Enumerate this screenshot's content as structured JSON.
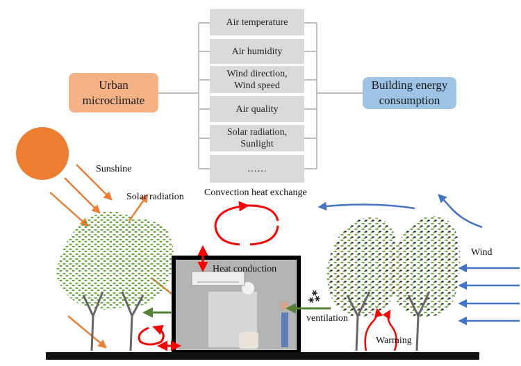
{
  "left_box": {
    "line1": "Urban",
    "line2": "microclimate",
    "color": "#f4b183"
  },
  "right_box": {
    "line1": "Building energy",
    "line2": "consumption",
    "color": "#9dc3e6"
  },
  "factors": [
    {
      "line1": "Air temperature",
      "line2": ""
    },
    {
      "line1": "Air humidity",
      "line2": ""
    },
    {
      "line1": "Wind direction,",
      "line2": "Wind speed"
    },
    {
      "line1": "Air quality",
      "line2": ""
    },
    {
      "line1": "Solar radiation,",
      "line2": "Sunlight"
    },
    {
      "line1": "……",
      "line2": ""
    }
  ],
  "labels": {
    "sunshine": "Sunshine",
    "solar_radiation": "Solar radiation",
    "convection": "Convection heat exchange",
    "heat_conduction": "Heat conduction",
    "ventilation": "ventilation",
    "warming": "Warming",
    "wind": "Wind"
  },
  "colors": {
    "sun": "#ed7d31",
    "sun_rays": "#ed7d31",
    "wind_arrows": "#4472c4",
    "heat_arrows": "#ff0000",
    "ventilation_arrow": "#548235",
    "ground": "#111111",
    "tree_leaves": "#70ad47"
  }
}
